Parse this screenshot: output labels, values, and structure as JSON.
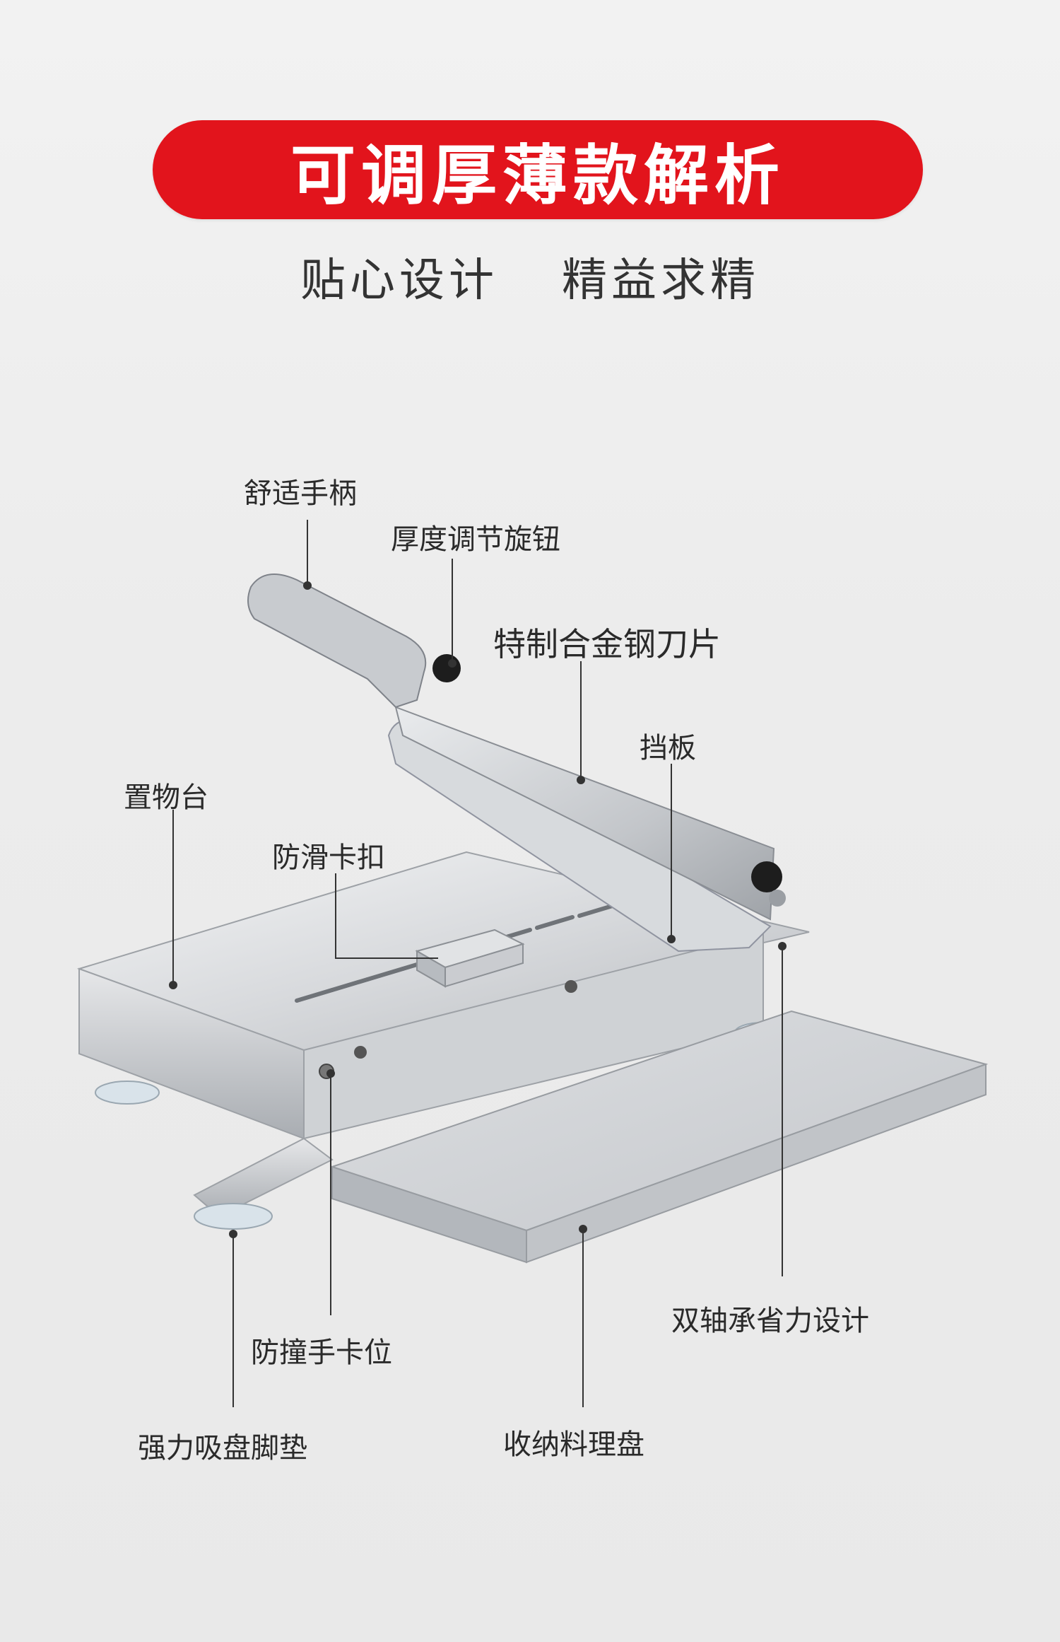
{
  "banner": {
    "title": "可调厚薄款解析"
  },
  "subtitle": {
    "left": "贴心设计",
    "right": "精益求精"
  },
  "callouts": {
    "handle": "舒适手柄",
    "knob": "厚度调节旋钮",
    "blade": "特制合金钢刀片",
    "baffle": "挡板",
    "platform": "置物台",
    "clip": "防滑卡扣",
    "bearing": "双轴承省力设计",
    "guard": "防撞手卡位",
    "suction": "强力吸盘脚垫",
    "tray": "收纳料理盘"
  },
  "colors": {
    "banner": "#e2141c",
    "text": "#2a2a2a",
    "steel": "#c9ccd0"
  }
}
